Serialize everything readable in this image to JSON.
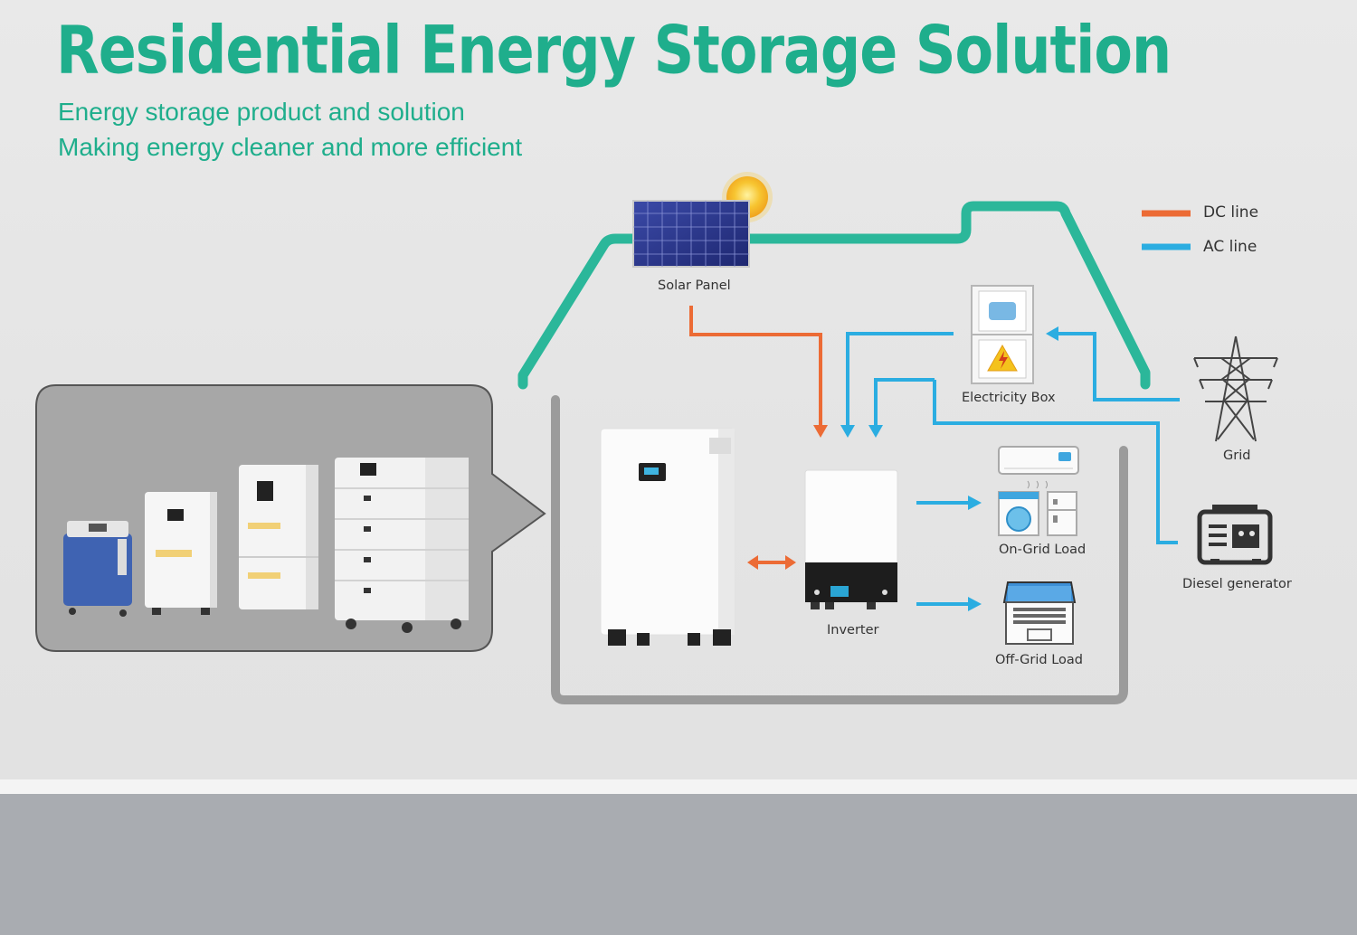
{
  "header": {
    "title": "Residential Energy Storage Solution",
    "subtitle_line1": "Energy storage product and solution",
    "subtitle_line2": "Making energy cleaner and more efficient"
  },
  "legend": {
    "dc_label": "DC line",
    "ac_label": "AC line",
    "dc_color": "#ec6b35",
    "ac_color": "#2bade1"
  },
  "nodes": {
    "solar_panel": "Solar Panel",
    "electricity_box": "Electricity Box",
    "grid": "Grid",
    "diesel_generator": "Diesel generator",
    "inverter": "Inverter",
    "on_grid_load": "On-Grid Load",
    "off_grid_load": "Off-Grid Load"
  },
  "colors": {
    "accent": "#1fae8c",
    "roof_line": "#2bb79a",
    "house_outline": "#9a9a9a"
  },
  "icons": [
    "sun-icon",
    "solar-panel-icon",
    "electricity-box-icon",
    "grid-tower-icon",
    "diesel-generator-icon",
    "air-conditioner-icon",
    "washing-machine-icon",
    "fridge-icon",
    "laptop-icon",
    "battery-icon",
    "inverter-icon"
  ]
}
